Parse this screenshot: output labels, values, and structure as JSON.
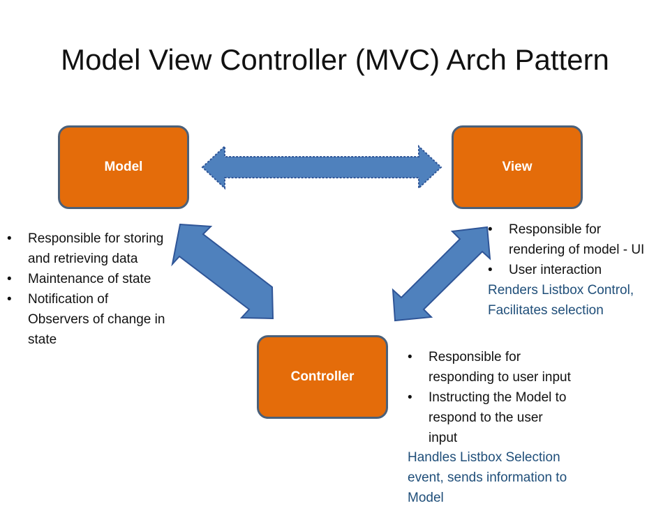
{
  "title": "Model View Controller (MVC) Arch Pattern",
  "colors": {
    "node_fill": "#e46c0a",
    "node_border": "#4a607a",
    "arrow_fill": "#4f81bd",
    "arrow_stroke": "#2f5597",
    "note_text": "#1f4e79"
  },
  "nodes": {
    "model": "Model",
    "view": "View",
    "controller": "Controller"
  },
  "model_bullets": [
    [
      "Responsible for storing",
      "and retrieving data"
    ],
    [
      "Maintenance of state"
    ],
    [
      "Notification of",
      "Observers  of change in",
      "state"
    ]
  ],
  "view_bullets": [
    [
      "Responsible for",
      "rendering of model - UI"
    ],
    [
      "User interaction"
    ]
  ],
  "view_note": [
    "Renders Listbox Control,",
    "Facilitates selection"
  ],
  "controller_bullets": [
    [
      "Responsible for",
      "responding to user input"
    ],
    [
      "Instructing the Model to",
      "respond to the user",
      "input"
    ]
  ],
  "controller_note": [
    "Handles  Listbox Selection",
    "event, sends information to",
    "Model"
  ],
  "bullet_glyph": "•"
}
